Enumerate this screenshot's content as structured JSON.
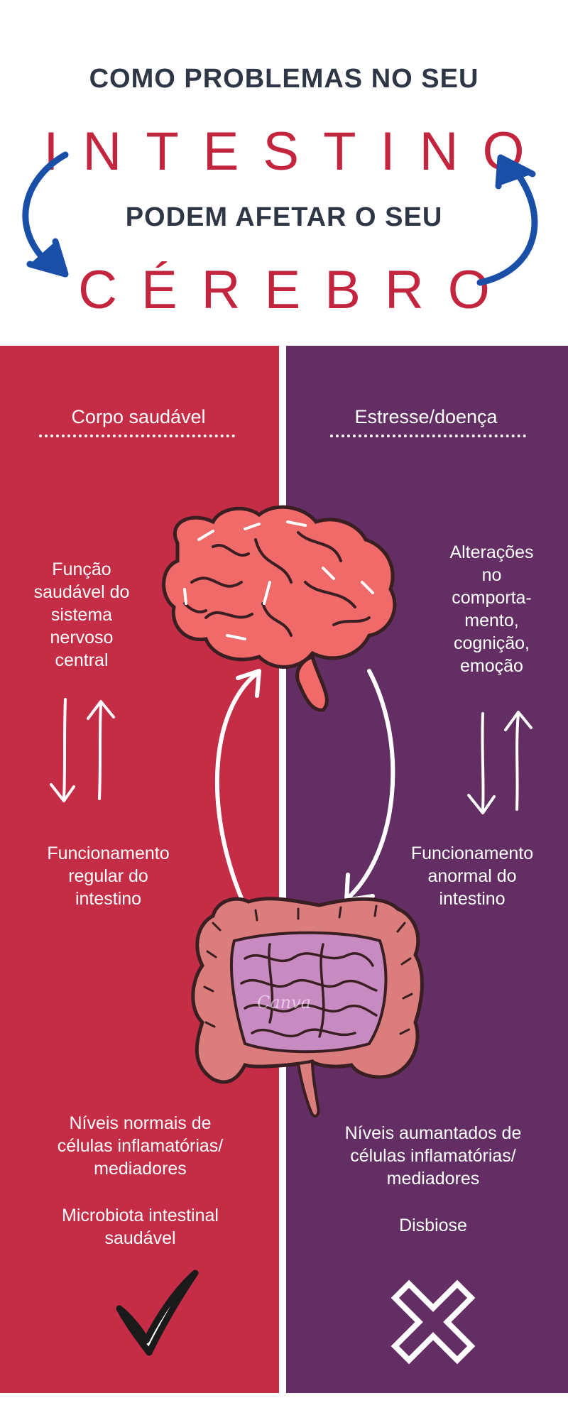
{
  "header": {
    "line1": "COMO PROBLEMAS NO SEU",
    "line2": "INTESTINO",
    "line3": "PODEM AFETAR O SEU",
    "line4": "CÉREBRO"
  },
  "colors": {
    "title_dark": "#2f3646",
    "title_red": "#c3253f",
    "arrow_blue": "#1a4fa8",
    "panel_left": "#c52c45",
    "panel_right": "#622e63",
    "brain": "#f06a6a",
    "colon": "#dc7d7d",
    "small_intestine": "#c78bc2"
  },
  "left": {
    "heading": "Corpo saudável",
    "brain_text": "Função\nsaudável do\nsistema\nnervoso\ncentral",
    "gut_text": "Funcionamento\nregular do\nintestino",
    "inflammation_text": "Níveis normais de\ncélulas inflamatórias/\nmediadores",
    "microbiota_text": "Microbiota intestinal\nsaudável",
    "status_icon": "checkmark-icon"
  },
  "right": {
    "heading": "Estresse/doença",
    "brain_text": "Alterações\nno\ncomporta-\nmento,\ncognição,\nemoção",
    "gut_text": "Funcionamento\nanormal do\nintestino",
    "inflammation_text": "Níveis aumantados de\ncélulas inflamatórias/\nmediadores",
    "dysbiosis_text": "Disbiose",
    "status_icon": "x-icon"
  },
  "watermark": "Canva"
}
